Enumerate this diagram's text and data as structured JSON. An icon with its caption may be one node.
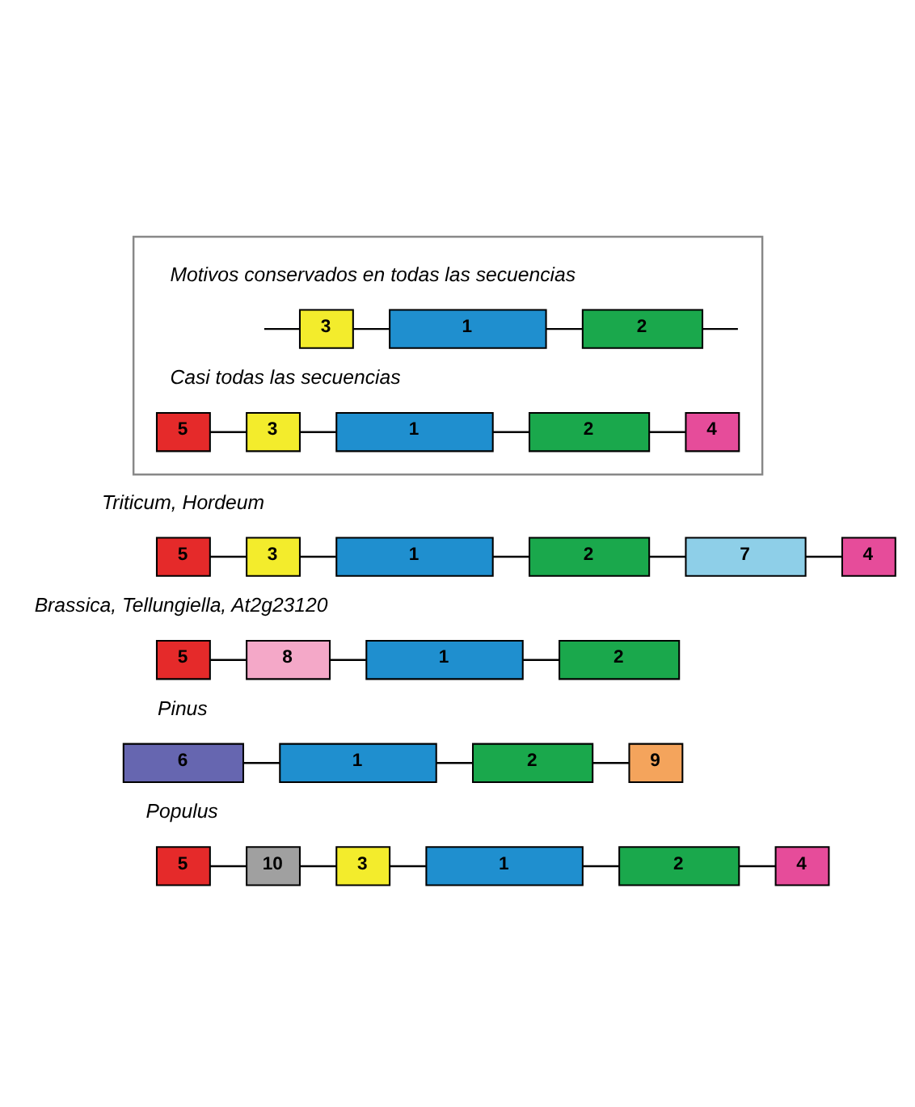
{
  "diagram": {
    "nodes": [
      {
        "text": [],
        "shape": "box"
      },
      {
        "text": [
          "3"
        ],
        "in": 0
      },
      {
        "text": [
          "1"
        ],
        "in": 0
      },
      {
        "text": [
          "2"
        ],
        "in": 0
      },
      {
        "text": [
          "5"
        ],
        "in": 0
      },
      {
        "text": [
          "3"
        ],
        "in": 0
      },
      {
        "text": [
          "1"
        ],
        "in": 0
      },
      {
        "text": [
          "2"
        ],
        "in": 0
      },
      {
        "text": [
          "4"
        ],
        "in": 0
      },
      {
        "text": [
          "5"
        ]
      },
      {
        "text": [
          "3"
        ]
      },
      {
        "text": [
          "1"
        ]
      },
      {
        "text": [
          "2"
        ]
      },
      {
        "text": [
          "7"
        ]
      },
      {
        "text": [
          "4"
        ]
      },
      {
        "text": [
          "5"
        ]
      },
      {
        "text": [
          "8"
        ]
      },
      {
        "text": [
          "1"
        ]
      },
      {
        "text": [
          "2"
        ]
      },
      {
        "text": [
          "6"
        ]
      },
      {
        "text": [
          "1"
        ]
      },
      {
        "text": [
          "2"
        ]
      },
      {
        "text": [
          "9"
        ]
      },
      {
        "text": [
          "5"
        ]
      },
      {
        "text": [
          "10"
        ]
      },
      {
        "text": [
          "3"
        ]
      },
      {
        "text": [
          "1"
        ]
      },
      {
        "text": [
          "2"
        ]
      },
      {
        "text": [
          "4"
        ]
      }
    ],
    "edges": [
      {
        "from": null,
        "to": 1,
        "arrow": "none"
      },
      {
        "from": 1,
        "to": 2,
        "arrow": "none"
      },
      {
        "from": 2,
        "to": 3,
        "arrow": "none"
      },
      {
        "from": 3,
        "to": null,
        "arrow": "none"
      },
      {
        "from": 4,
        "to": 5,
        "arrow": "none"
      },
      {
        "from": 5,
        "to": 6,
        "arrow": "none"
      },
      {
        "from": 6,
        "to": 7,
        "arrow": "none"
      },
      {
        "from": 7,
        "to": 8,
        "arrow": "none"
      },
      {
        "from": 9,
        "to": 10,
        "arrow": "none"
      },
      {
        "from": 10,
        "to": 11,
        "arrow": "none"
      },
      {
        "from": 11,
        "to": 12,
        "arrow": "none"
      },
      {
        "from": 12,
        "to": 13,
        "arrow": "none"
      },
      {
        "from": 13,
        "to": 14,
        "arrow": "none"
      },
      {
        "from": 15,
        "to": 16,
        "arrow": "none"
      },
      {
        "from": 16,
        "to": 17,
        "arrow": "none"
      },
      {
        "from": 17,
        "to": 18,
        "arrow": "none"
      },
      {
        "from": 19,
        "to": 20,
        "arrow": "none"
      },
      {
        "from": 20,
        "to": 21,
        "arrow": "none"
      },
      {
        "from": 21,
        "to": 22,
        "arrow": "none"
      },
      {
        "from": 23,
        "to": 24,
        "arrow": "none"
      },
      {
        "from": 24,
        "to": 25,
        "arrow": "none"
      },
      {
        "from": 25,
        "to": 26,
        "arrow": "none"
      },
      {
        "from": 26,
        "to": 27,
        "arrow": "none"
      },
      {
        "from": 27,
        "to": 28,
        "arrow": "none"
      }
    ],
    "labels": [
      "Motivos conservados en todas las secuencias",
      "Casi todas las secuencias",
      "Triticum, Hordeum",
      "Brassica, Tellungiella, At2g23120",
      "Pinus",
      "Populus"
    ]
  }
}
